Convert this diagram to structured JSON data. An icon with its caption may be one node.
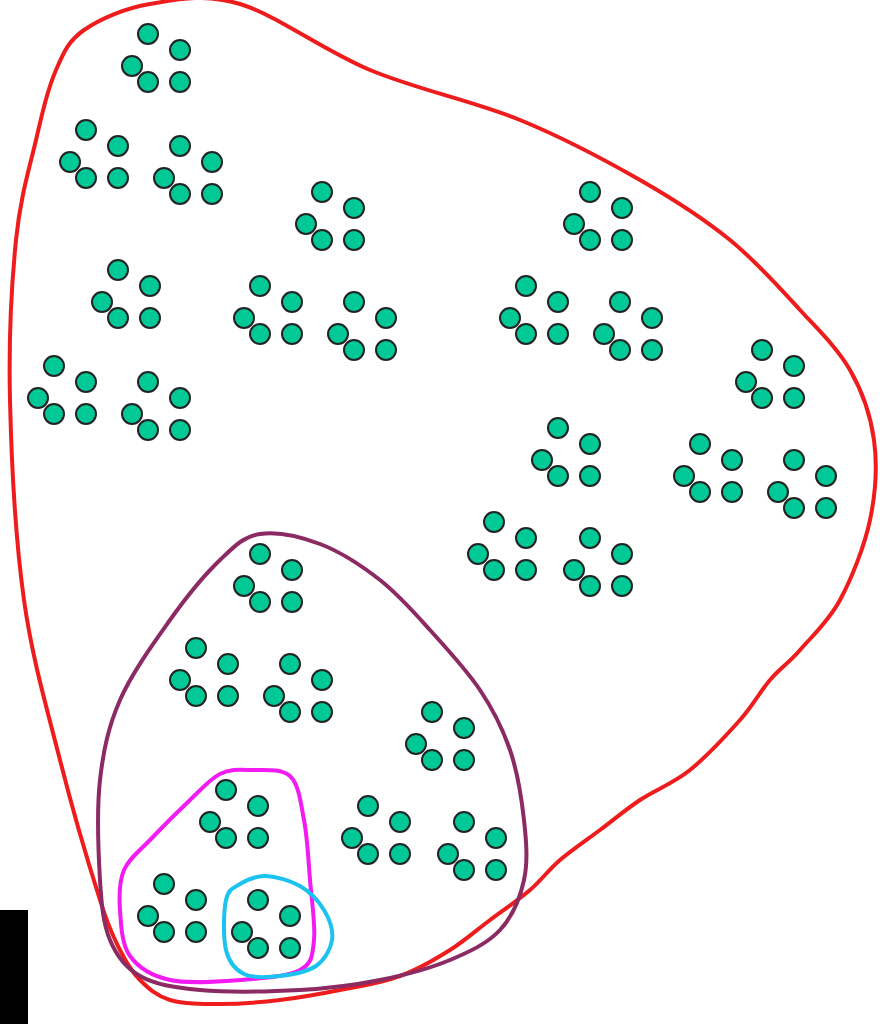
{
  "diagram": {
    "nodes": [
      {
        "text": [],
        "shape": "blob"
      },
      {
        "text": [],
        "shape": "blob",
        "in": 0
      },
      {
        "text": [],
        "shape": "blob",
        "in": 1
      },
      {
        "text": [],
        "shape": "blob",
        "in": 1
      }
    ]
  }
}
